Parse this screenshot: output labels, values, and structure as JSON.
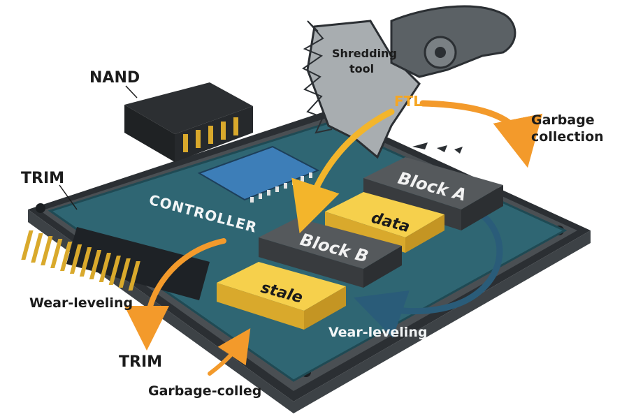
{
  "labels": {
    "nand": "NAND",
    "trim_top": "TRIM",
    "controller": "CONTROLLER",
    "shredding_line1": "Shredding",
    "shredding_line2": "tool",
    "ftl": "FTL",
    "garbage_line1": "Garbage",
    "garbage_line2": "collection",
    "block_a": "Block A",
    "data": "data",
    "block_b": "Block B",
    "stale": "stale",
    "vear_leveling": "Vear-leveling",
    "wear_leveling": "Wear-leveling",
    "trim_bottom": "TRIM",
    "garbage_colleg": "Garbage-colleg"
  },
  "colors": {
    "board": "#2f6673",
    "case": "#3f4448",
    "chip": "#3a3d40",
    "block": "#45484b",
    "yellow": "#f3c33a",
    "orange": "#f39a2b",
    "arrow_blue": "#2a5c79",
    "chip_blue": "#3d7eb8",
    "gold": "#d9a92c"
  },
  "icons": {
    "tool": "shredding-tool-icon"
  }
}
